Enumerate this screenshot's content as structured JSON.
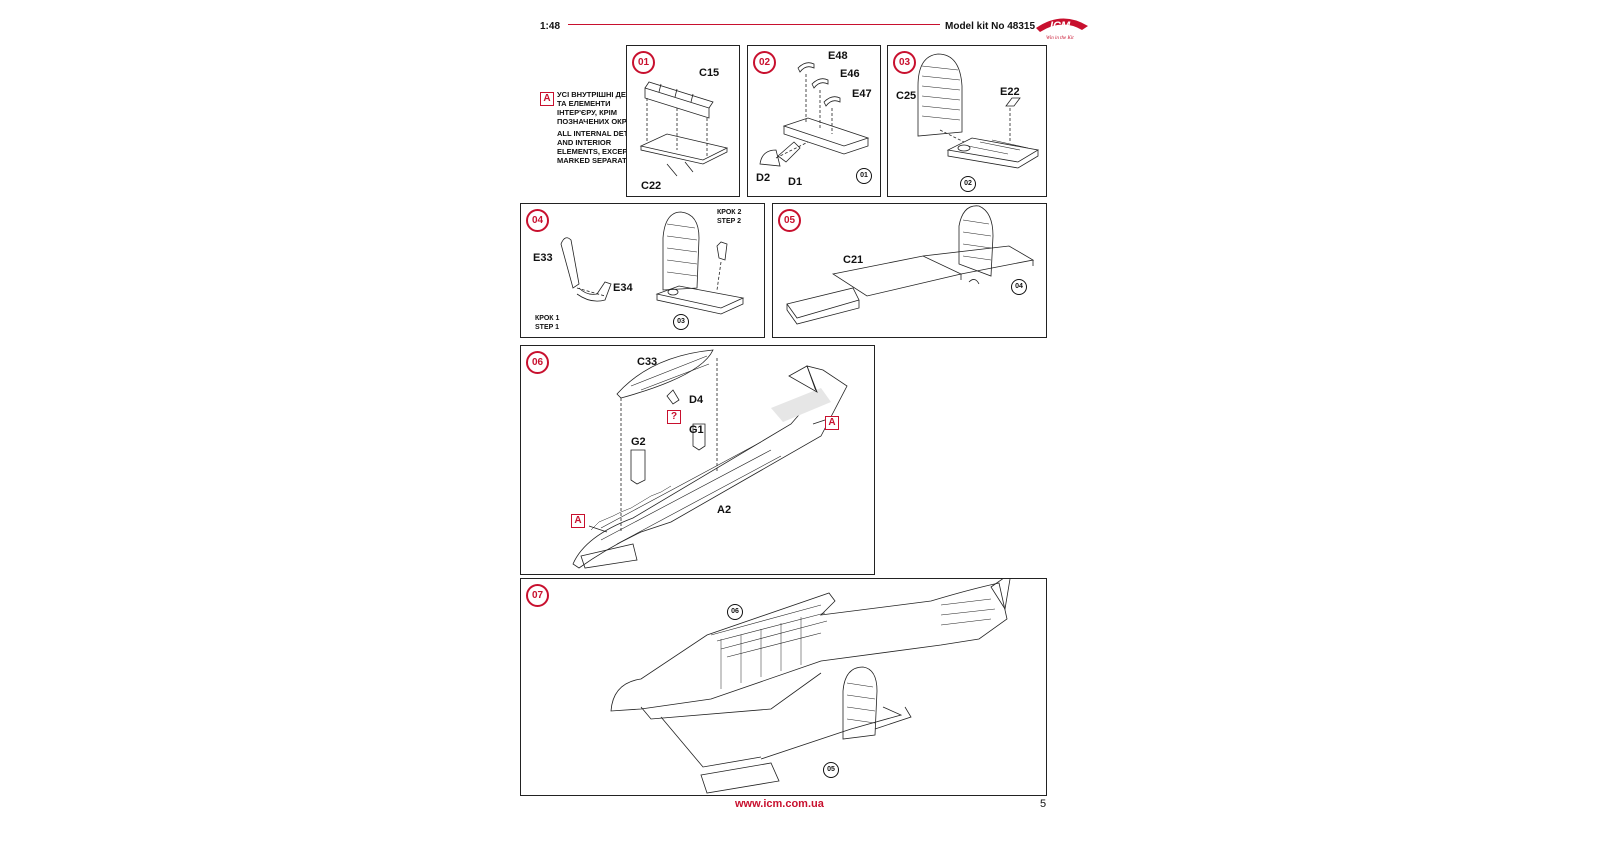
{
  "header": {
    "scale": "1:48",
    "model": "Model kit No 48315",
    "logo_text": "ICM"
  },
  "note": {
    "marker": "A",
    "text_ua": "УСІ ВНУТРІШНІ ДЕТАЛІ ТА ЕЛЕМЕНТИ ІНТЕР'ЄРУ, КРІМ ПОЗНАЧЕНИХ ОКРЕМО",
    "text_en": "ALL INTERNAL DETAILS AND INTERIOR ELEMENTS, EXCEPT MARKED SEPARATELY"
  },
  "steps": {
    "s01": {
      "num": "01",
      "parts": [
        "C15",
        "C22"
      ]
    },
    "s02": {
      "num": "02",
      "parts": [
        "E48",
        "E46",
        "E47",
        "D2",
        "D1"
      ],
      "ref": "01"
    },
    "s03": {
      "num": "03",
      "parts": [
        "C25",
        "E22"
      ],
      "ref": "02"
    },
    "s04": {
      "num": "04",
      "parts": [
        "E33",
        "E34"
      ],
      "ref": "03",
      "step1": "КРОК 1 STEP 1",
      "step2": "КРОК 2 STEP 2"
    },
    "s05": {
      "num": "05",
      "parts": [
        "C21"
      ],
      "ref": "04"
    },
    "s06": {
      "num": "06",
      "parts": [
        "C33",
        "D4",
        "G1",
        "G2",
        "A2"
      ],
      "question": "?",
      "marker": "A"
    },
    "s07": {
      "num": "07",
      "ref_top": "06",
      "ref_bottom": "05"
    }
  },
  "footer": {
    "url": "www.icm.com.ua",
    "page": "5"
  },
  "colors": {
    "accent": "#c8102e",
    "line": "#222222"
  }
}
